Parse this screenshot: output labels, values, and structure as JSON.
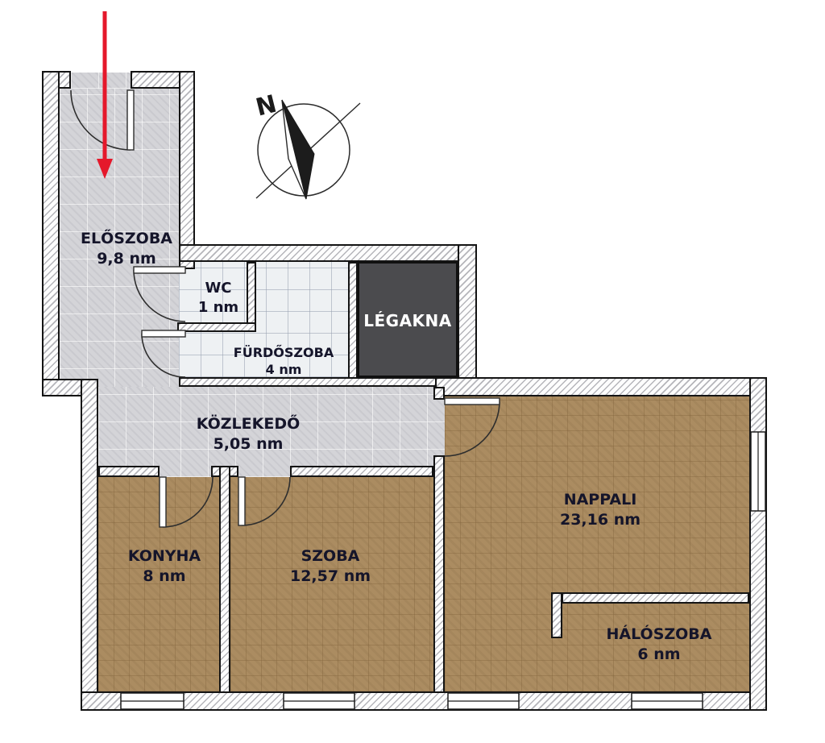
{
  "plan": {
    "compass": {
      "north_label": "N"
    },
    "rooms": [
      {
        "name": "ELŐSZOBA",
        "area": "9,8 nm"
      },
      {
        "name": "WC",
        "area": "1 nm"
      },
      {
        "name": "FÜRDŐSZOBA",
        "area": "4 nm"
      },
      {
        "name": "LÉGAKNA"
      },
      {
        "name": "KÖZLEKEDŐ",
        "area": "5,05 nm"
      },
      {
        "name": "KONYHA",
        "area": "8 nm"
      },
      {
        "name": "SZOBA",
        "area": "12,57 nm"
      },
      {
        "name": "NAPPALI",
        "area": "23,16 nm"
      },
      {
        "name": "HÁLÓSZOBA",
        "area": "6 nm"
      }
    ],
    "colors": {
      "floor_brown": "#ab8c61",
      "floor_gray": "#d4d4d8",
      "tile_white": "#eef1f3",
      "legakna_fill": "#4b4b4e",
      "entrance_arrow_red": "#e5182b",
      "wall_outline": "#141414"
    }
  }
}
